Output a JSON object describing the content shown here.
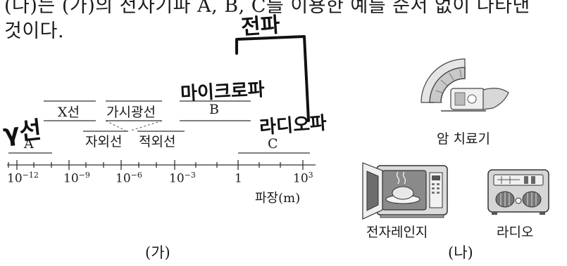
{
  "intro": {
    "line1": "(나)는 (가)의 전자기파 A, B, C를 이용한 예를 순서 없이 나타낸",
    "line2": "것이다."
  },
  "spectrum": {
    "bands": {
      "A": "A",
      "xray": "X선",
      "ultraviolet": "자외선",
      "visible": "가시광선",
      "infrared": "적외선",
      "B": "B",
      "C": "C"
    },
    "ticks": [
      {
        "base": "10",
        "exp": "−12"
      },
      {
        "base": "10",
        "exp": "−9"
      },
      {
        "base": "10",
        "exp": "−6"
      },
      {
        "base": "10",
        "exp": "−3"
      },
      {
        "base": "1",
        "exp": ""
      },
      {
        "base": "10",
        "exp": "3"
      }
    ],
    "axis_label": "파장(m)"
  },
  "examples": {
    "cancer": "암 치료기",
    "microwave": "전자레인지",
    "radio": "라디오"
  },
  "panels": {
    "left": "(가)",
    "right": "(나)"
  },
  "handwriting": {
    "A_note": "γ선",
    "top_note": "전파",
    "B_note": "마이크로파",
    "C_note": "라디오파"
  }
}
